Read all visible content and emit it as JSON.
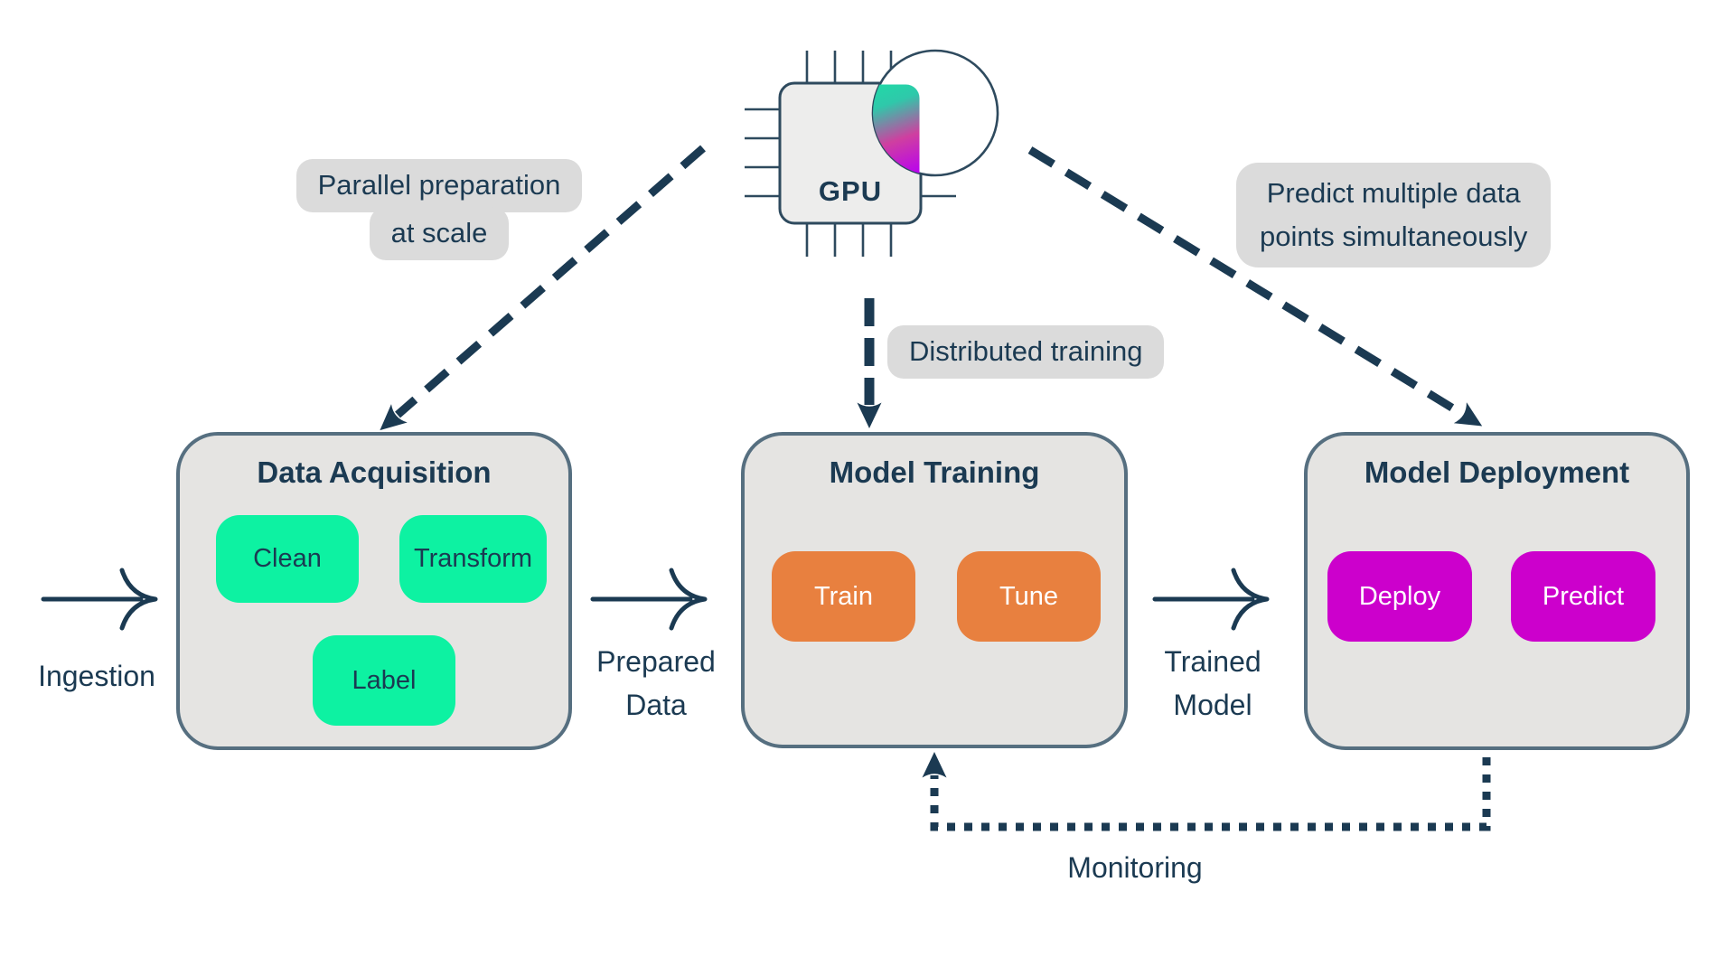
{
  "diagram": {
    "gpu_label": "GPU",
    "annotations": {
      "parallel_line1": "Parallel preparation",
      "parallel_line2": "at scale",
      "distributed": "Distributed training",
      "predict_line1": "Predict multiple data",
      "predict_line2": "points simultaneously"
    },
    "stages": [
      {
        "title": "Data Acquisition",
        "tasks": [
          "Clean",
          "Transform",
          "Label"
        ],
        "task_color": "#0DF2A2"
      },
      {
        "title": "Model Training",
        "tasks": [
          "Train",
          "Tune"
        ],
        "task_color": "#E8803F"
      },
      {
        "title": "Model Deployment",
        "tasks": [
          "Deploy",
          "Predict"
        ],
        "task_color": "#CC00CC"
      }
    ],
    "flow_labels": [
      {
        "lines": [
          "Ingestion"
        ]
      },
      {
        "lines": [
          "Prepared",
          "Data"
        ]
      },
      {
        "lines": [
          "Trained",
          "Model"
        ]
      }
    ],
    "feedback_label": "Monitoring",
    "colors": {
      "text_navy": "#1B3A52",
      "arrow_navy": "#1B3A52",
      "stage_fill": "#E5E4E2",
      "stage_border": "#566F80",
      "pill_fill": "#DBDBDB",
      "green": "#0DF2A2",
      "orange": "#E8803F",
      "magenta": "#CC00CC",
      "chip_fill": "#EDEDEC",
      "gradient_top": "#0CF2A4",
      "gradient_bottom": "#B800F2"
    }
  }
}
